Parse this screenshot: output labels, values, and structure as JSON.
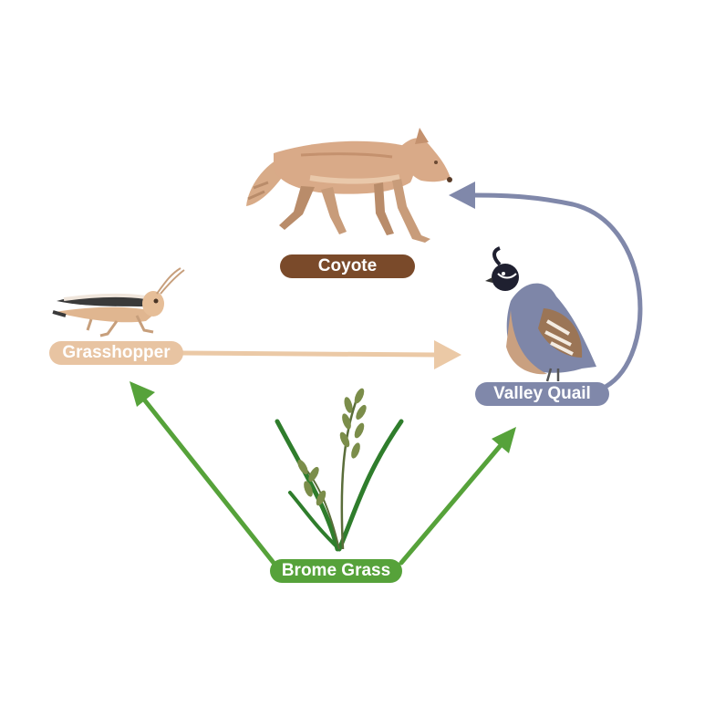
{
  "organisms": {
    "coyote": {
      "label": "Coyote",
      "color": "#7a4a2a",
      "icon": "coyote-icon"
    },
    "grasshopper": {
      "label": "Grasshopper",
      "color": "#e8c4a2",
      "icon": "grasshopper-icon"
    },
    "quail": {
      "label": "Valley Quail",
      "color": "#8088aa",
      "icon": "quail-icon"
    },
    "brome": {
      "label": "Brome Grass",
      "color": "#56a23a",
      "icon": "grass-icon"
    }
  },
  "arrows": [
    {
      "from": "Brome Grass",
      "to": "Grasshopper",
      "color": "#56a23a"
    },
    {
      "from": "Brome Grass",
      "to": "Valley Quail",
      "color": "#56a23a"
    },
    {
      "from": "Grasshopper",
      "to": "Valley Quail",
      "color": "#e8c4a2"
    },
    {
      "from": "Valley Quail",
      "to": "Coyote",
      "color": "#8088aa"
    }
  ]
}
